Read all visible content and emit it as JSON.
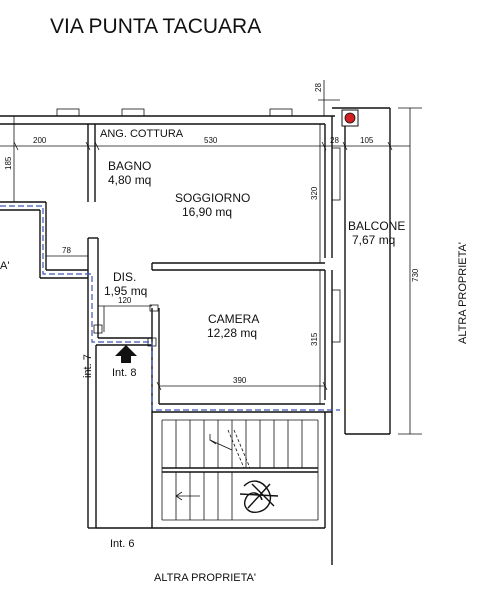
{
  "title": "VIA PUNTA TACUARA",
  "rooms": {
    "bagno": {
      "name": "BAGNO",
      "area": "4,80 mq"
    },
    "ang_cottura": {
      "name": "ANG. COTTURA"
    },
    "soggiorno": {
      "name": "SOGGIORNO",
      "area": "16,90 mq"
    },
    "balcone": {
      "name": "BALCONE",
      "area": "7,67 mq"
    },
    "dis": {
      "name": "DIS.",
      "area": "1,95 mq"
    },
    "camera": {
      "name": "CAMERA",
      "area": "12,28 mq"
    }
  },
  "dimensions": {
    "d28_top": "28",
    "d200": "200",
    "d530": "530",
    "d28": "28",
    "d105": "105",
    "d185": "185",
    "d320": "320",
    "d78": "78",
    "d120": "120",
    "d315": "315",
    "d390": "390",
    "d730": "730"
  },
  "labels": {
    "int7": "int. 7",
    "int8": "Int. 8",
    "int6": "Int. 6",
    "altra_right": "ALTRA PROPRIETA'",
    "altra_bottom": "ALTRA PROPRIETA'",
    "left_cut": "A'"
  }
}
